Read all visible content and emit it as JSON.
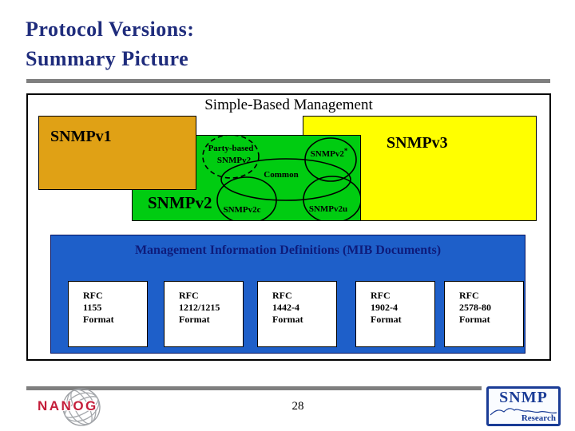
{
  "colors": {
    "title_navy": "#1F2C7C",
    "orange_box": "#E0A115",
    "green_box": "#00CC11",
    "yellow_box": "#FFFF00",
    "blue_box": "#1E5FC9",
    "mib_title_navy": "#0E1B7A",
    "nanog_red": "#C41E3A",
    "snmp_logo_navy": "#1A3C96",
    "rule_gray": "#7F7F7F"
  },
  "title": {
    "line1": "Protocol Versions:",
    "line2": "Summary Picture"
  },
  "diagram": {
    "header": "Simple-Based Management",
    "snmpv1_label": "SNMPv1",
    "snmpv3_label": "SNMPv3",
    "snmpv2": {
      "label": "SNMPv2",
      "party_line1": "Party-based",
      "party_line2": "SNMPv2",
      "star_base": "SNMPv2",
      "star_sup": "*",
      "common": "Common",
      "v2c": "SNMPv2c",
      "v2u": "SNMPv2u"
    },
    "mib": {
      "title": "Management Information Definitions (MIB Documents)",
      "boxes": [
        {
          "lines": [
            "RFC",
            "1155",
            "Format"
          ]
        },
        {
          "lines": [
            "RFC",
            "1212/1215",
            "Format"
          ]
        },
        {
          "lines": [
            "RFC",
            "1442-4",
            "Format"
          ]
        },
        {
          "lines": [
            "RFC",
            "1902-4",
            "Format"
          ]
        },
        {
          "lines": [
            "RFC",
            "2578-80",
            "Format"
          ]
        }
      ]
    }
  },
  "footer": {
    "page_number": "28",
    "nanog_text": "NANOG",
    "snmp_logo_name": "SNMP",
    "snmp_logo_research": "Research"
  }
}
